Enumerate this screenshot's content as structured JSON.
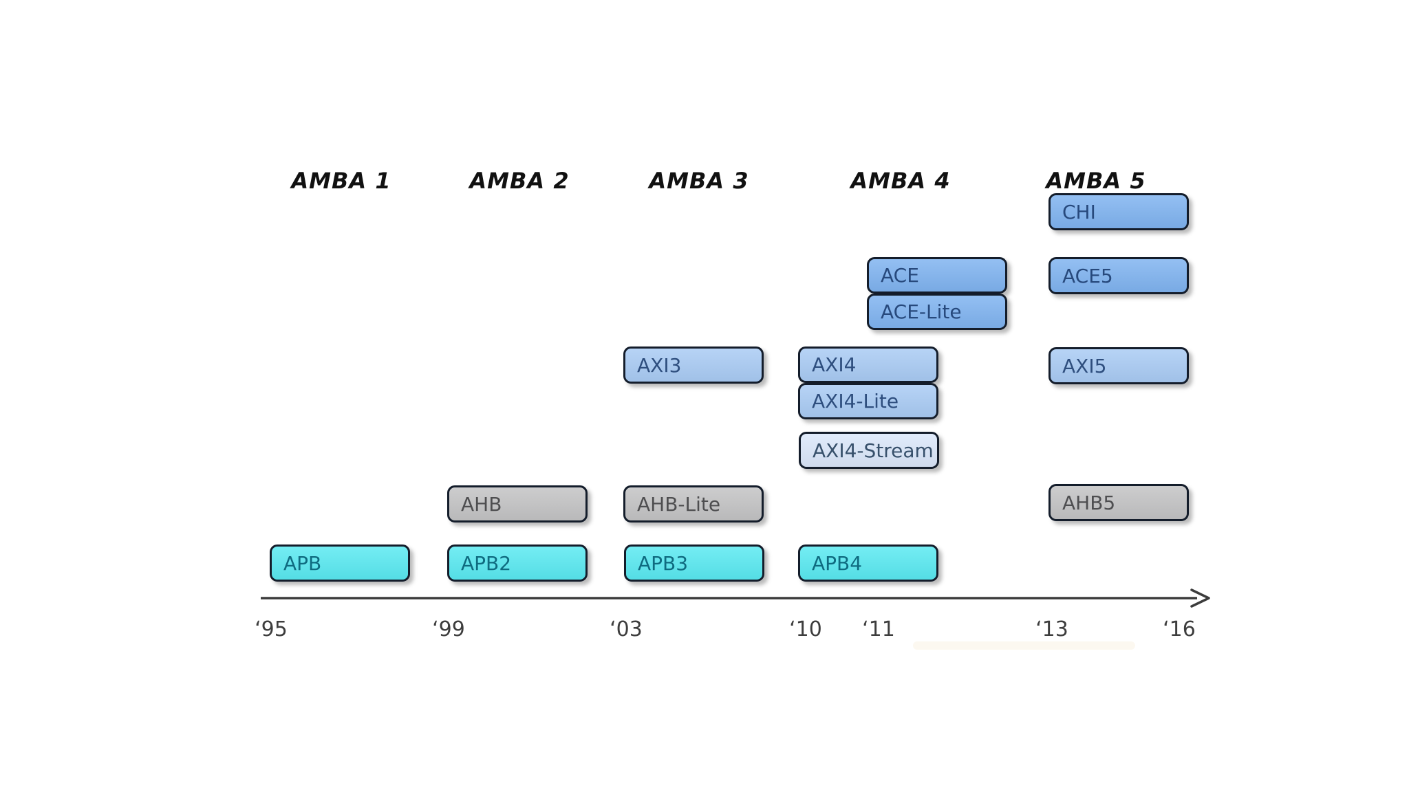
{
  "headers": [
    {
      "label": "AMBA 1"
    },
    {
      "label": "AMBA 2"
    },
    {
      "label": "AMBA 3"
    },
    {
      "label": "AMBA 4"
    },
    {
      "label": "AMBA 5"
    }
  ],
  "boxes": {
    "chi": {
      "label": "CHI"
    },
    "ace": {
      "label": "ACE"
    },
    "ace_lite": {
      "label": "ACE-Lite"
    },
    "ace5": {
      "label": "ACE5"
    },
    "axi3": {
      "label": "AXI3"
    },
    "axi4": {
      "label": "AXI4"
    },
    "axi4_lite": {
      "label": "AXI4-Lite"
    },
    "axi4_stream": {
      "label": "AXI4-Stream"
    },
    "axi5": {
      "label": "AXI5"
    },
    "ahb": {
      "label": "AHB"
    },
    "ahb_lite": {
      "label": "AHB-Lite"
    },
    "ahb5": {
      "label": "AHB5"
    },
    "apb": {
      "label": "APB"
    },
    "apb2": {
      "label": "APB2"
    },
    "apb3": {
      "label": "APB3"
    },
    "apb4": {
      "label": "APB4"
    }
  },
  "axis": {
    "ticks": [
      {
        "label": "‘95"
      },
      {
        "label": "‘99"
      },
      {
        "label": "‘03"
      },
      {
        "label": "‘10"
      },
      {
        "label": "‘11"
      },
      {
        "label": "‘13"
      },
      {
        "label": "‘16"
      }
    ]
  },
  "colors": {
    "cyan": "#59e9f1",
    "cyan_ink": "#0f6b80",
    "gray": "#c3c3c4",
    "gray_ink": "#4e4e50",
    "blue": "#7fb3f0",
    "blue_ink": "#27497c",
    "light_blue": "#a9cbf4",
    "light_blue_ink": "#2e4e7e",
    "pale_blue": "#dbe7fa",
    "pale_blue_ink": "#37506b",
    "border": "#141d2b",
    "axis": "#3c3c3c",
    "header_ink": "#111111",
    "tick_ink": "#3d3d3d"
  }
}
